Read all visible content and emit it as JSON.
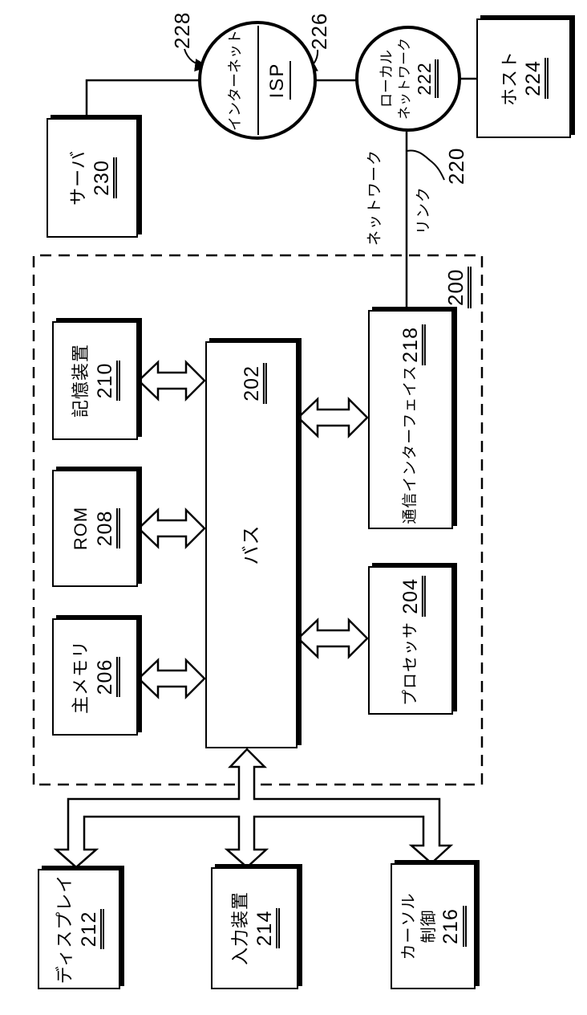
{
  "figure": {
    "kind": "patent-block-diagram",
    "orientation": "rotated-90-ccw"
  },
  "system": {
    "ref": "200",
    "boxes": {
      "display": {
        "label": "ディスプレイ",
        "ref": "212"
      },
      "input_device": {
        "label": "入力装置",
        "ref": "214"
      },
      "cursor_control": {
        "label_line1": "カーソル",
        "label_line2": "制御",
        "ref": "216"
      },
      "main_memory": {
        "label": "主メモリ",
        "ref": "206"
      },
      "rom": {
        "label": "ROM",
        "ref": "208"
      },
      "storage_device": {
        "label": "記憶装置",
        "ref": "210"
      },
      "bus": {
        "label": "バス",
        "ref": "202"
      },
      "processor": {
        "label": "プロセッサ",
        "ref": "204"
      },
      "comm_interface": {
        "label": "通信インターフェイス",
        "ref": "218"
      }
    }
  },
  "network": {
    "network_link": {
      "label_line1": "ネットワーク",
      "label_line2": "リンク",
      "ref": "220"
    },
    "local_network": {
      "label_line1": "ローカル",
      "label_line2": "ネットワーク",
      "ref": "222"
    },
    "host": {
      "label": "ホスト",
      "ref": "224"
    },
    "isp": {
      "label": "ISP",
      "ref": "226"
    },
    "internet": {
      "label": "インターネット",
      "ref": "228"
    },
    "server": {
      "label": "サーバ",
      "ref": "230"
    }
  },
  "colors": {
    "ink": "#000000",
    "paper": "#ffffff"
  }
}
